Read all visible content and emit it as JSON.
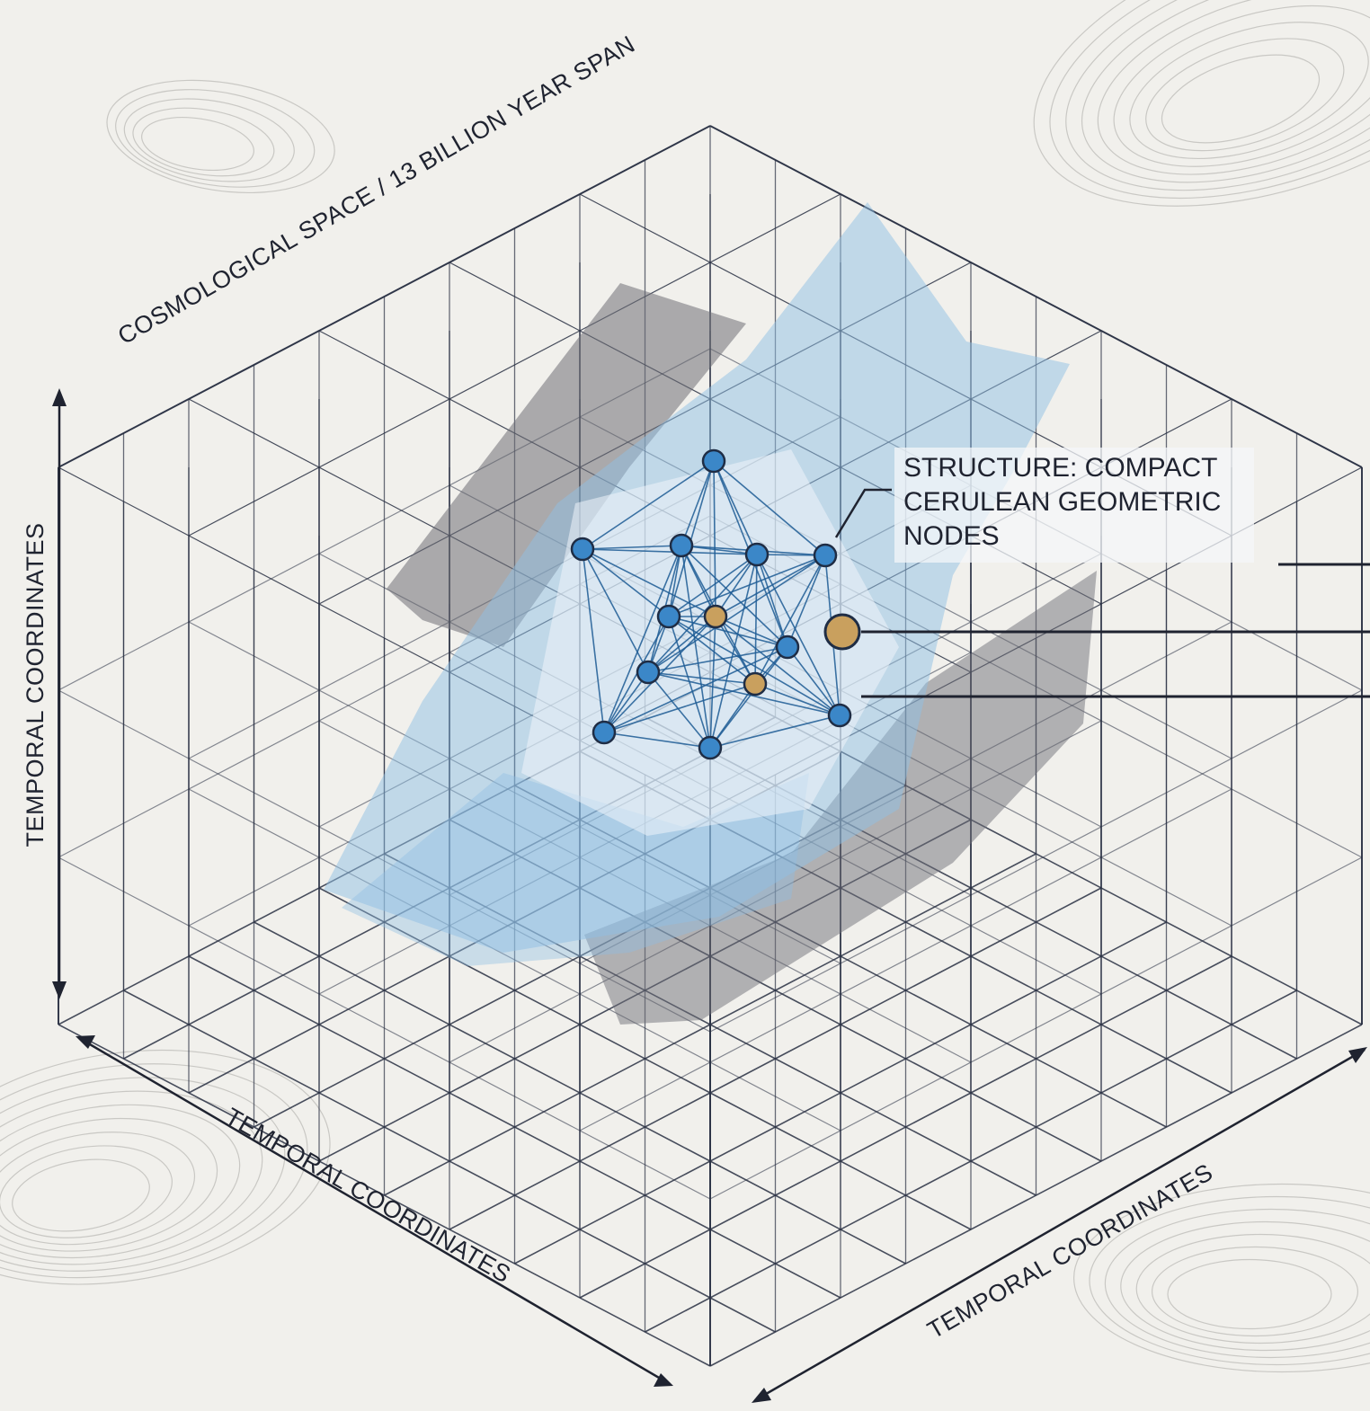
{
  "labels": {
    "top_axis": "COSMOLOGICAL SPACE / 13 BILLION YEAR SPAN",
    "left_axis": "TEMPORAL COORDINATES",
    "bottom_left_axis": "TEMPORAL COORDINATES",
    "bottom_right_axis": "TEMPORAL COORDINATES"
  },
  "callout": {
    "lines": [
      "STRUCTURE: COMPACT",
      "CERULEAN GEOMETRIC",
      "NODES"
    ]
  },
  "colors": {
    "background": "#f1f0ec",
    "grid": "#2a3144",
    "node_blue": "#3b87c8",
    "node_gold": "#c9a05e",
    "membrane_blue": "#8fbfe3",
    "membrane_gray": "#6f7077"
  }
}
